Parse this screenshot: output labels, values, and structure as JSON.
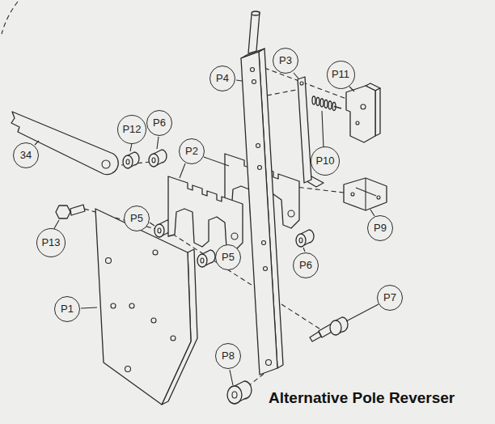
{
  "diagram": {
    "title": "Alternative Pole Reverser",
    "nodes": [
      {
        "text": [
          "P3"
        ]
      },
      {
        "text": [
          "P11"
        ]
      },
      {
        "text": [
          "P4"
        ]
      },
      {
        "text": [
          "P6"
        ]
      },
      {
        "text": [
          "P12"
        ]
      },
      {
        "text": [
          "34"
        ]
      },
      {
        "text": [
          "P2"
        ]
      },
      {
        "text": [
          "P10"
        ]
      },
      {
        "text": [
          "P5"
        ]
      },
      {
        "text": [
          "P9"
        ]
      },
      {
        "text": [
          "P13"
        ]
      },
      {
        "text": [
          "P5"
        ]
      },
      {
        "text": [
          "P6"
        ]
      },
      {
        "text": [
          "P7"
        ]
      },
      {
        "text": [
          "P1"
        ]
      },
      {
        "text": [
          "P8"
        ]
      }
    ]
  }
}
